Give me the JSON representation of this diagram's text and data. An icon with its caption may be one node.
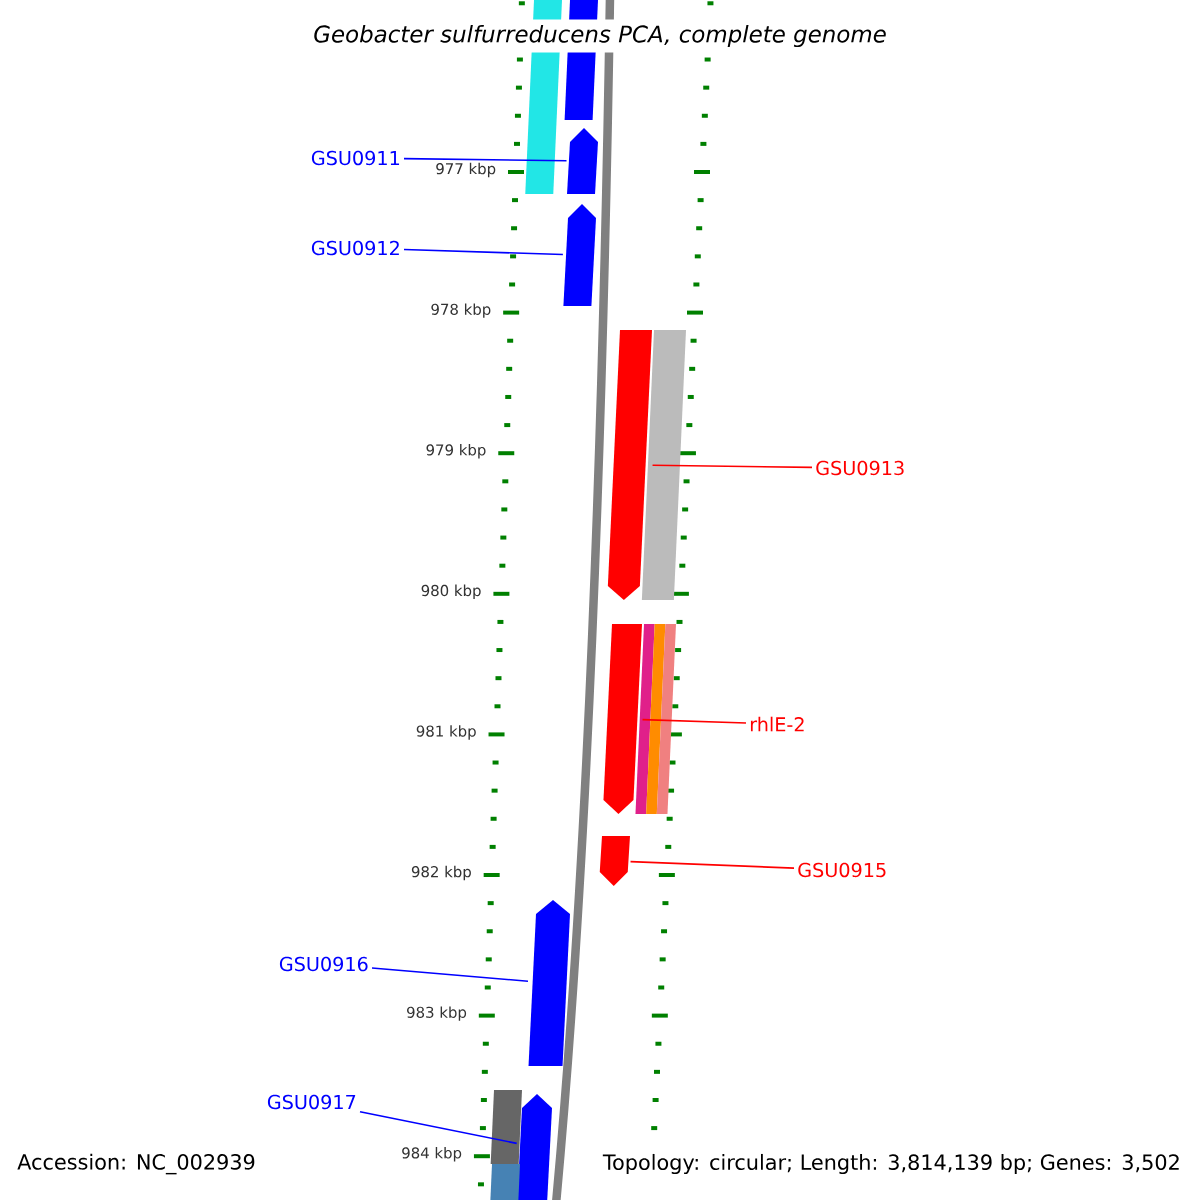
{
  "diagram": {
    "title": "Geobacter sulfurreducens PCA, complete genome",
    "nodes": [
      {
        "text": [],
        "shape": "bar"
      },
      {
        "text": [],
        "shape": "bar"
      },
      {
        "text": [
          "GSU0911"
        ]
      },
      {
        "text": [],
        "shape": "arrow"
      },
      {
        "text": [
          "GSU0912"
        ]
      },
      {
        "text": [],
        "shape": "arrow"
      },
      {
        "text": [],
        "shape": "arrow"
      },
      {
        "text": [],
        "shape": "bar"
      },
      {
        "text": [
          "GSU0913"
        ]
      },
      {
        "text": [],
        "shape": "arrow"
      },
      {
        "text": [],
        "shape": "bar"
      },
      {
        "text": [
          "rhlE-2"
        ]
      },
      {
        "text": [],
        "shape": "arrow"
      },
      {
        "text": [
          "GSU0915"
        ]
      },
      {
        "text": [
          "GSU0916"
        ]
      },
      {
        "text": [],
        "shape": "arrow"
      },
      {
        "text": [
          "GSU0917"
        ]
      },
      {
        "text": [],
        "shape": "bar"
      },
      {
        "text": [],
        "shape": "arrow"
      },
      {
        "text": [],
        "shape": "bar"
      }
    ],
    "edges": [
      {
        "from": 2,
        "to": 3,
        "arrow": "none",
        "color": "#0000ff"
      },
      {
        "from": 4,
        "to": 5,
        "arrow": "none",
        "color": "#0000ff"
      },
      {
        "from": 8,
        "to": 6,
        "arrow": "none",
        "color": "#ff0000"
      },
      {
        "from": 11,
        "to": 9,
        "arrow": "none",
        "color": "#ff0000"
      },
      {
        "from": 13,
        "to": 12,
        "arrow": "none",
        "color": "#ff0000"
      },
      {
        "from": 14,
        "to": 15,
        "arrow": "none",
        "color": "#0000ff"
      },
      {
        "from": 16,
        "to": 18,
        "arrow": "none",
        "color": "#0000ff"
      }
    ],
    "labels": [
      "977 kbp",
      "978 kbp",
      "979 kbp",
      "980 kbp",
      "981 kbp",
      "982 kbp",
      "983 kbp",
      "984 kbp",
      "Accession: NC_002939",
      "Topology: circular; Length: 3,814,139 bp; Genes: 3,502"
    ]
  }
}
